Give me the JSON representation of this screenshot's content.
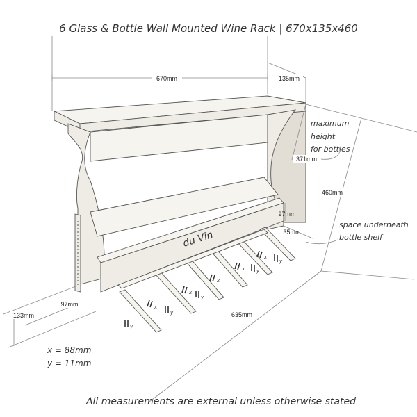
{
  "title": "6 Glass & Bottle Wall Mounted Wine Rack | 670x135x460",
  "dimensions": {
    "width_top": "670mm",
    "depth_top": "135mm",
    "bottle_height": "371mm",
    "total_height": "460mm",
    "shelf_lip": "97mm",
    "underneath": "35mm",
    "side_depth": "97mm",
    "base_depth": "133mm",
    "base_width": "635mm"
  },
  "notes": {
    "bottle_note": [
      "maximum",
      "height",
      "for bottles"
    ],
    "space_note": [
      "space underneath",
      "bottle shelf"
    ],
    "carving": "du Vin"
  },
  "legend": {
    "x_line": "x = 88mm",
    "y_line": "y = 11mm"
  },
  "peg_labels": {
    "x": "x",
    "y": "y"
  },
  "footer": "All measurements are external unless otherwise stated"
}
